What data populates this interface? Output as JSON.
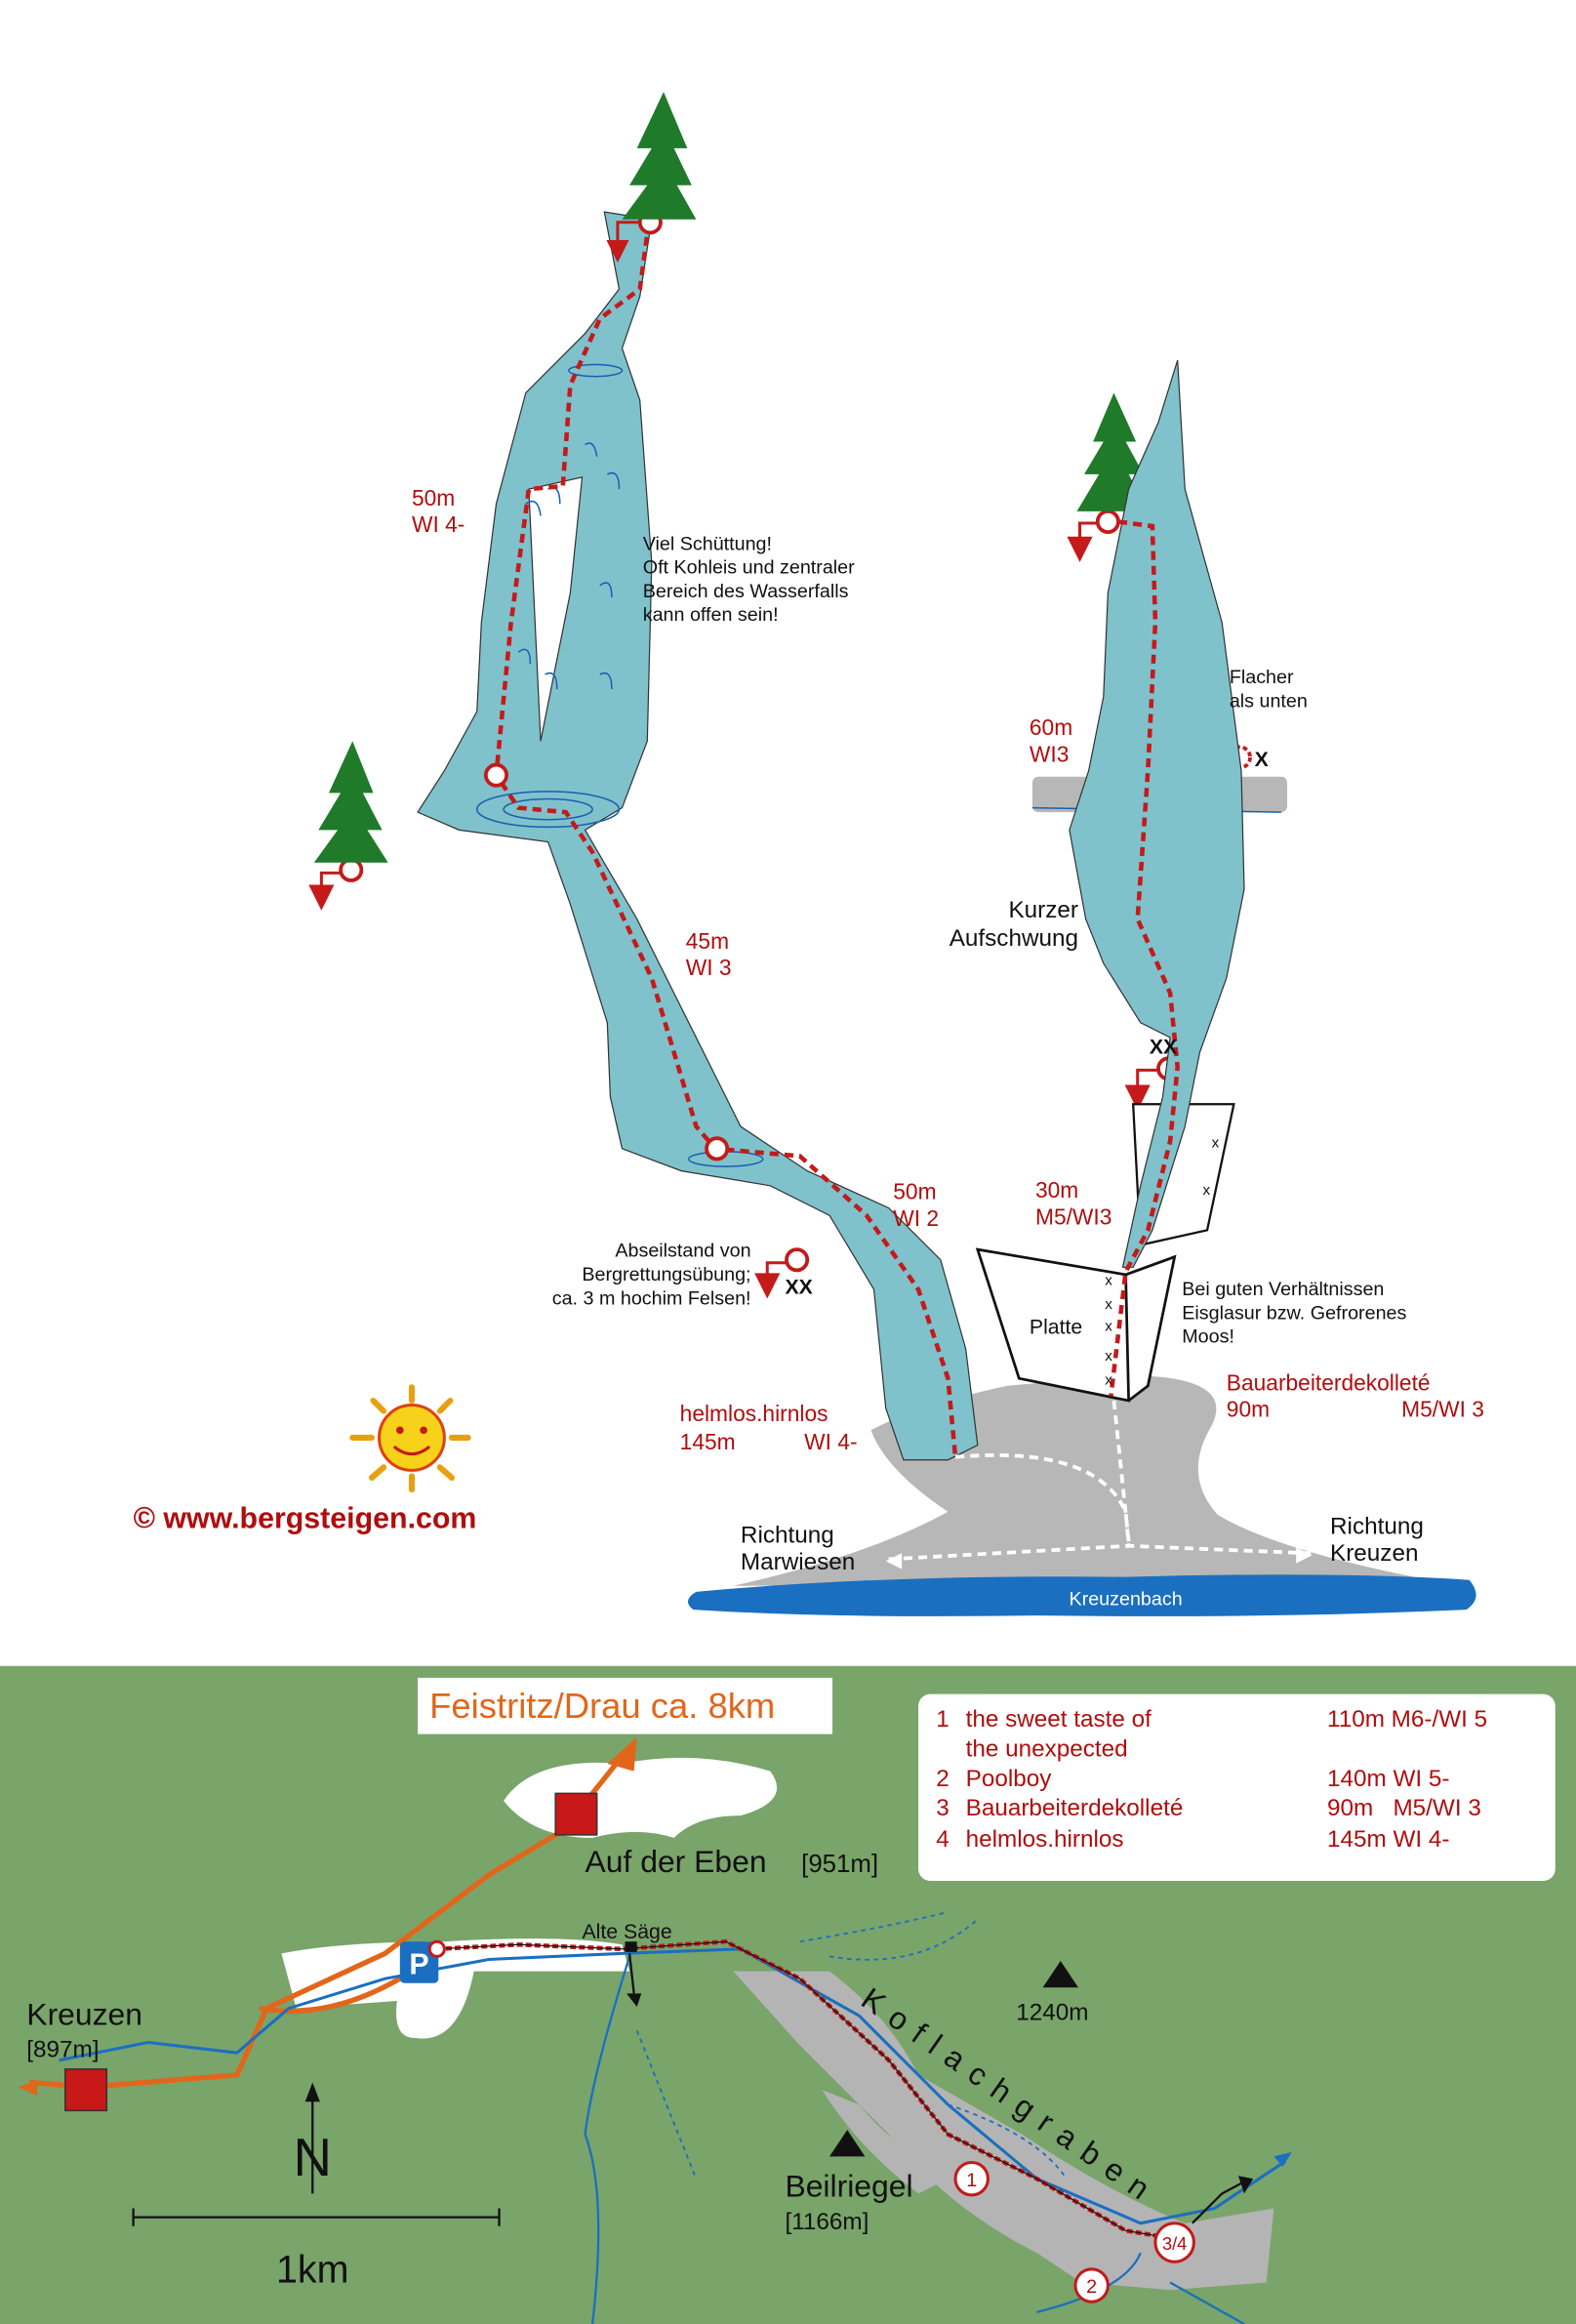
{
  "colors": {
    "ice": "#7fc2cc",
    "route": "#c41a1a",
    "rock": "#b7b7b7",
    "river": "#1a6fc0",
    "map_green": "#79a46a",
    "label_red": "#b00d0d",
    "road_orange": "#e2661a"
  },
  "topo": {
    "left_fall": {
      "pitch1": {
        "length": "50m",
        "grade": "WI 4-"
      },
      "pitch2": {
        "length": "45m",
        "grade": "WI 3"
      },
      "pitch3": {
        "length": "50m",
        "grade": "WI 2"
      },
      "note": [
        "Viel Schüttung!",
        "Oft Kohleis und zentraler",
        "Bereich des Wasserfalls",
        "kann offen sein!"
      ],
      "rappel_note": [
        "Abseilstand von",
        "Bergrettungsübung;",
        "ca. 3 m hochim Felsen!"
      ],
      "rappel_mark": "XX",
      "name": "helmlos.hirnlos",
      "total_length": "145m",
      "total_grade": "WI 4-"
    },
    "right_fall": {
      "pitch1": {
        "length": "60m",
        "grade": "WI3"
      },
      "pitch2": {
        "length": "30m",
        "grade": "M5/WI3"
      },
      "flatter_note": [
        "Flacher",
        "als unten"
      ],
      "flatter_mark": "X",
      "step_note": [
        "Kurzer",
        "Aufschwung"
      ],
      "anchor_mark": "XX",
      "slab_label": "Platte",
      "slab_note": [
        "Bei guten Verhältnissen",
        "Eisglasur bzw. Gefrorenes",
        "Moos!"
      ],
      "name": "Bauarbeiterdekolleté",
      "total_length": "90m",
      "total_grade": "M5/WI 3"
    },
    "bolt_mark": "x",
    "direction_left": [
      "Richtung",
      "Marwiesen"
    ],
    "direction_right": [
      "Richtung",
      "Kreuzen"
    ],
    "creek": "Kreuzenbach",
    "copyright": "©  www.bergsteigen.com"
  },
  "map": {
    "destination": "Feistritz/Drau ca. 8km",
    "places": {
      "eben": "Auf der Eben",
      "eben_alt": "[951m]",
      "kreuzen": "Kreuzen",
      "kreuzen_alt": "[897m]",
      "saege": "Alte Säge",
      "peak": "1240m",
      "beilriegel": "Beilriegel",
      "beilriegel_alt": "[1166m]",
      "valley": "Koflachgraben"
    },
    "parking": "P",
    "markers": [
      "1",
      "2",
      "3/4"
    ],
    "north": "N",
    "scale": "1km",
    "legend": [
      {
        "num": "1",
        "name": "the sweet taste of",
        "name2": "the unexpected",
        "info": "110m M6-/WI 5"
      },
      {
        "num": "2",
        "name": "Poolboy",
        "info": "140m WI 5-"
      },
      {
        "num": "3",
        "name": "Bauarbeiterdekolleté",
        "info": "90m   M5/WI 3"
      },
      {
        "num": "4",
        "name": "helmlos.hirnlos",
        "info": "145m WI 4-"
      }
    ]
  }
}
